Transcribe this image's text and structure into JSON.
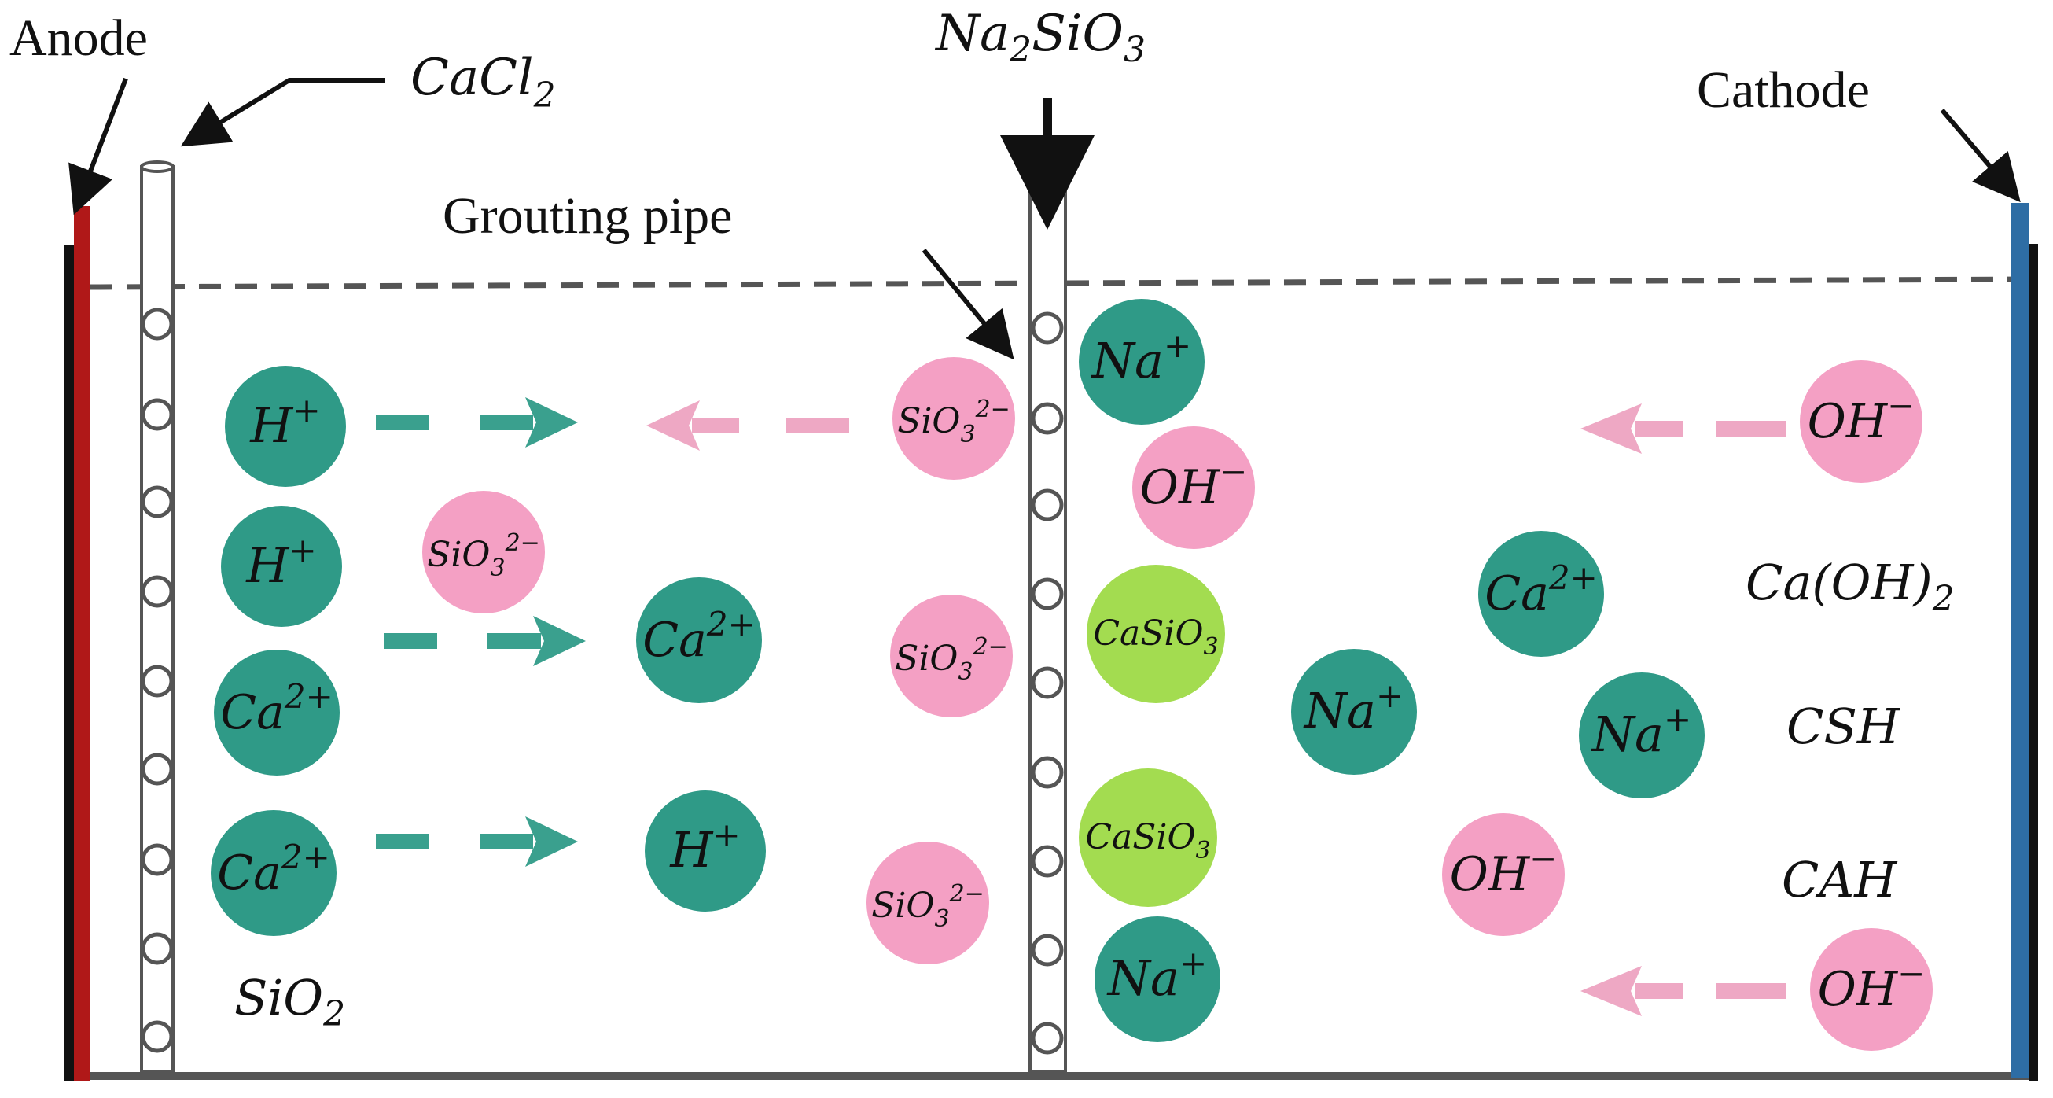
{
  "labels": {
    "anode": "Anode",
    "cathode": "Cathode",
    "cacl2": "CaCl",
    "cacl2_sub": "2",
    "na2sio3_a": "Na",
    "na2sio3_sub1": "2",
    "na2sio3_b": "SiO",
    "na2sio3_sub2": "3",
    "grouting_pipe": "Grouting pipe"
  },
  "ions": {
    "h": "H",
    "h_sup": "+",
    "ca": "Ca",
    "ca_sup": "2+",
    "na": "Na",
    "na_sup": "+",
    "oh": "OH",
    "oh_sup": "−",
    "sio3": "SiO",
    "sio3_sub": "3",
    "sio3_sup": "2−",
    "casio3": "CaSiO",
    "casio3_sub": "3"
  },
  "products": {
    "caoh2_a": "Ca(OH)",
    "caoh2_sub": "2",
    "csh": "CSH",
    "cah": "CAH",
    "sio2": "SiO",
    "sio2_sub": "2"
  },
  "colors": {
    "teal_ion": "#2f9a87",
    "pink_ion": "#f4a0c4",
    "green_ion": "#a3dc50",
    "anode_red": "#b01818",
    "cathode_blue": "#2e6da4",
    "teal_arrow": "#3aa08e",
    "pink_arrow": "#eea8c4"
  }
}
